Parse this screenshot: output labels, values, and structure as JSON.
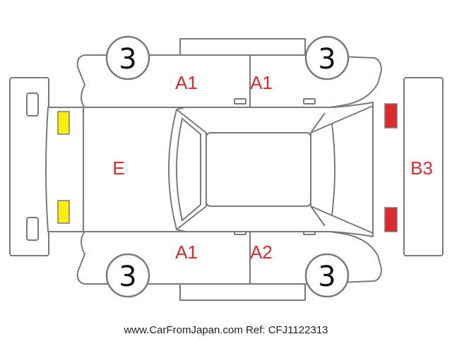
{
  "diagram": {
    "colors": {
      "damage_text": "#e0282f",
      "yellow_mark": "#ffee00",
      "red_mark": "#e0282f",
      "outline": "#7a7a7a"
    },
    "tires": {
      "front_left": "3",
      "rear_left": "3",
      "front_right": "3",
      "rear_right": "3"
    },
    "damage_labels": {
      "left_front_door": "A1",
      "left_rear_door": "A1",
      "right_front_door": "A1",
      "right_rear_door": "A2",
      "hood": "E",
      "rear": "B3"
    },
    "footer": "www.CarFromJapan.com Ref: CFJ1122313"
  }
}
